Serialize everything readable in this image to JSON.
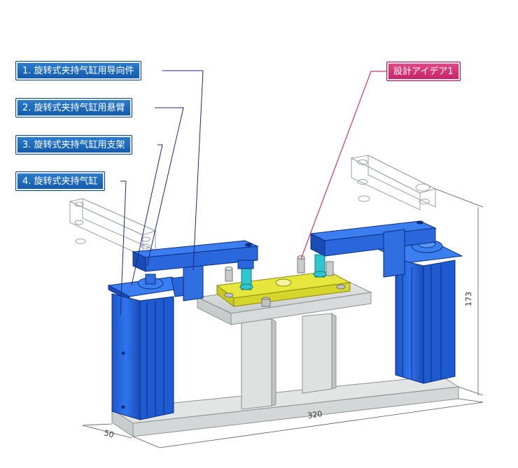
{
  "callouts": {
    "guide": "1. 旋转式夹持气缸用导向件",
    "arm": "2. 旋转式夹持气缸用悬臂",
    "bracket": "3. 旋转式夹持气缸用支架",
    "cylinder": "4. 旋转式夹持气缸",
    "idea": "設計アイデア1"
  },
  "dimensions": {
    "width": "320",
    "depth": "50",
    "height": "173"
  },
  "colors": {
    "cylinder_blue": "#1f5fd8",
    "plate_yellow": "#e6e63c",
    "base_gray": "#d9dcdc",
    "callout_blue": "#1660b4",
    "callout_pink": "#d8336f",
    "leader_navy": "#1a2a7a",
    "leader_pink": "#d8336f"
  }
}
